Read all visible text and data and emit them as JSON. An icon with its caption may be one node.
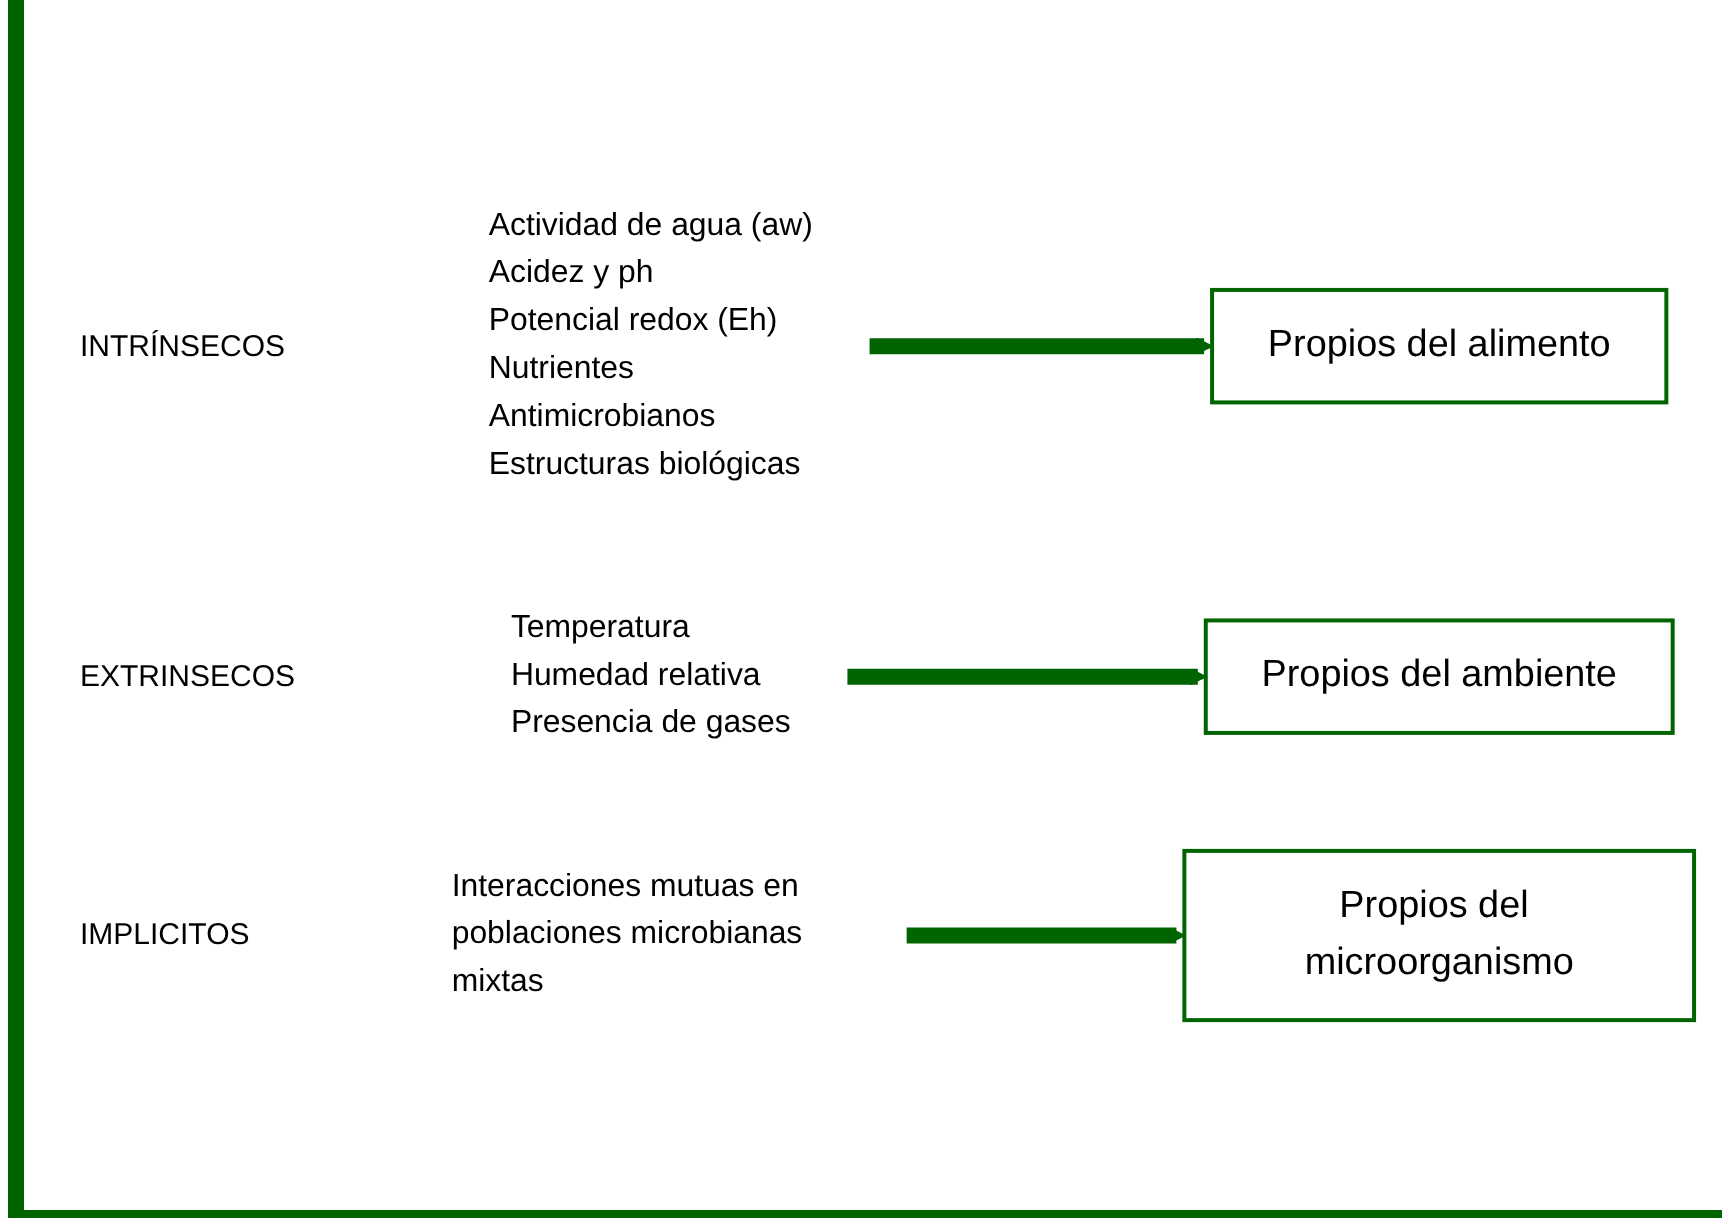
{
  "diagram": {
    "nodes": [
      {
        "text": [
          "Actividad de agua (aw)",
          "Acidez y ph",
          "Potencial redox (Eh)",
          "Nutrientes",
          "Antimicrobianos",
          "Estructuras biológicas"
        ]
      },
      {
        "text": [
          "Propios del alimento"
        ]
      },
      {
        "text": [
          "Temperatura",
          "Humedad relativa",
          "Presencia de gases"
        ]
      },
      {
        "text": [
          "Propios del ambiente"
        ]
      },
      {
        "text": [
          "Interacciones mutuas en poblaciones microbianas mixtas"
        ]
      },
      {
        "text": [
          "Propios del microorganismo"
        ]
      }
    ],
    "edges": [
      {
        "from": 0,
        "to": 1,
        "arrow": "to"
      },
      {
        "from": 2,
        "to": 3,
        "arrow": "to"
      },
      {
        "from": 4,
        "to": 5,
        "arrow": "to"
      }
    ],
    "labels": [
      "INTRÍNSECOS",
      "EXTRINSECOS",
      "IMPLICITOS"
    ]
  }
}
